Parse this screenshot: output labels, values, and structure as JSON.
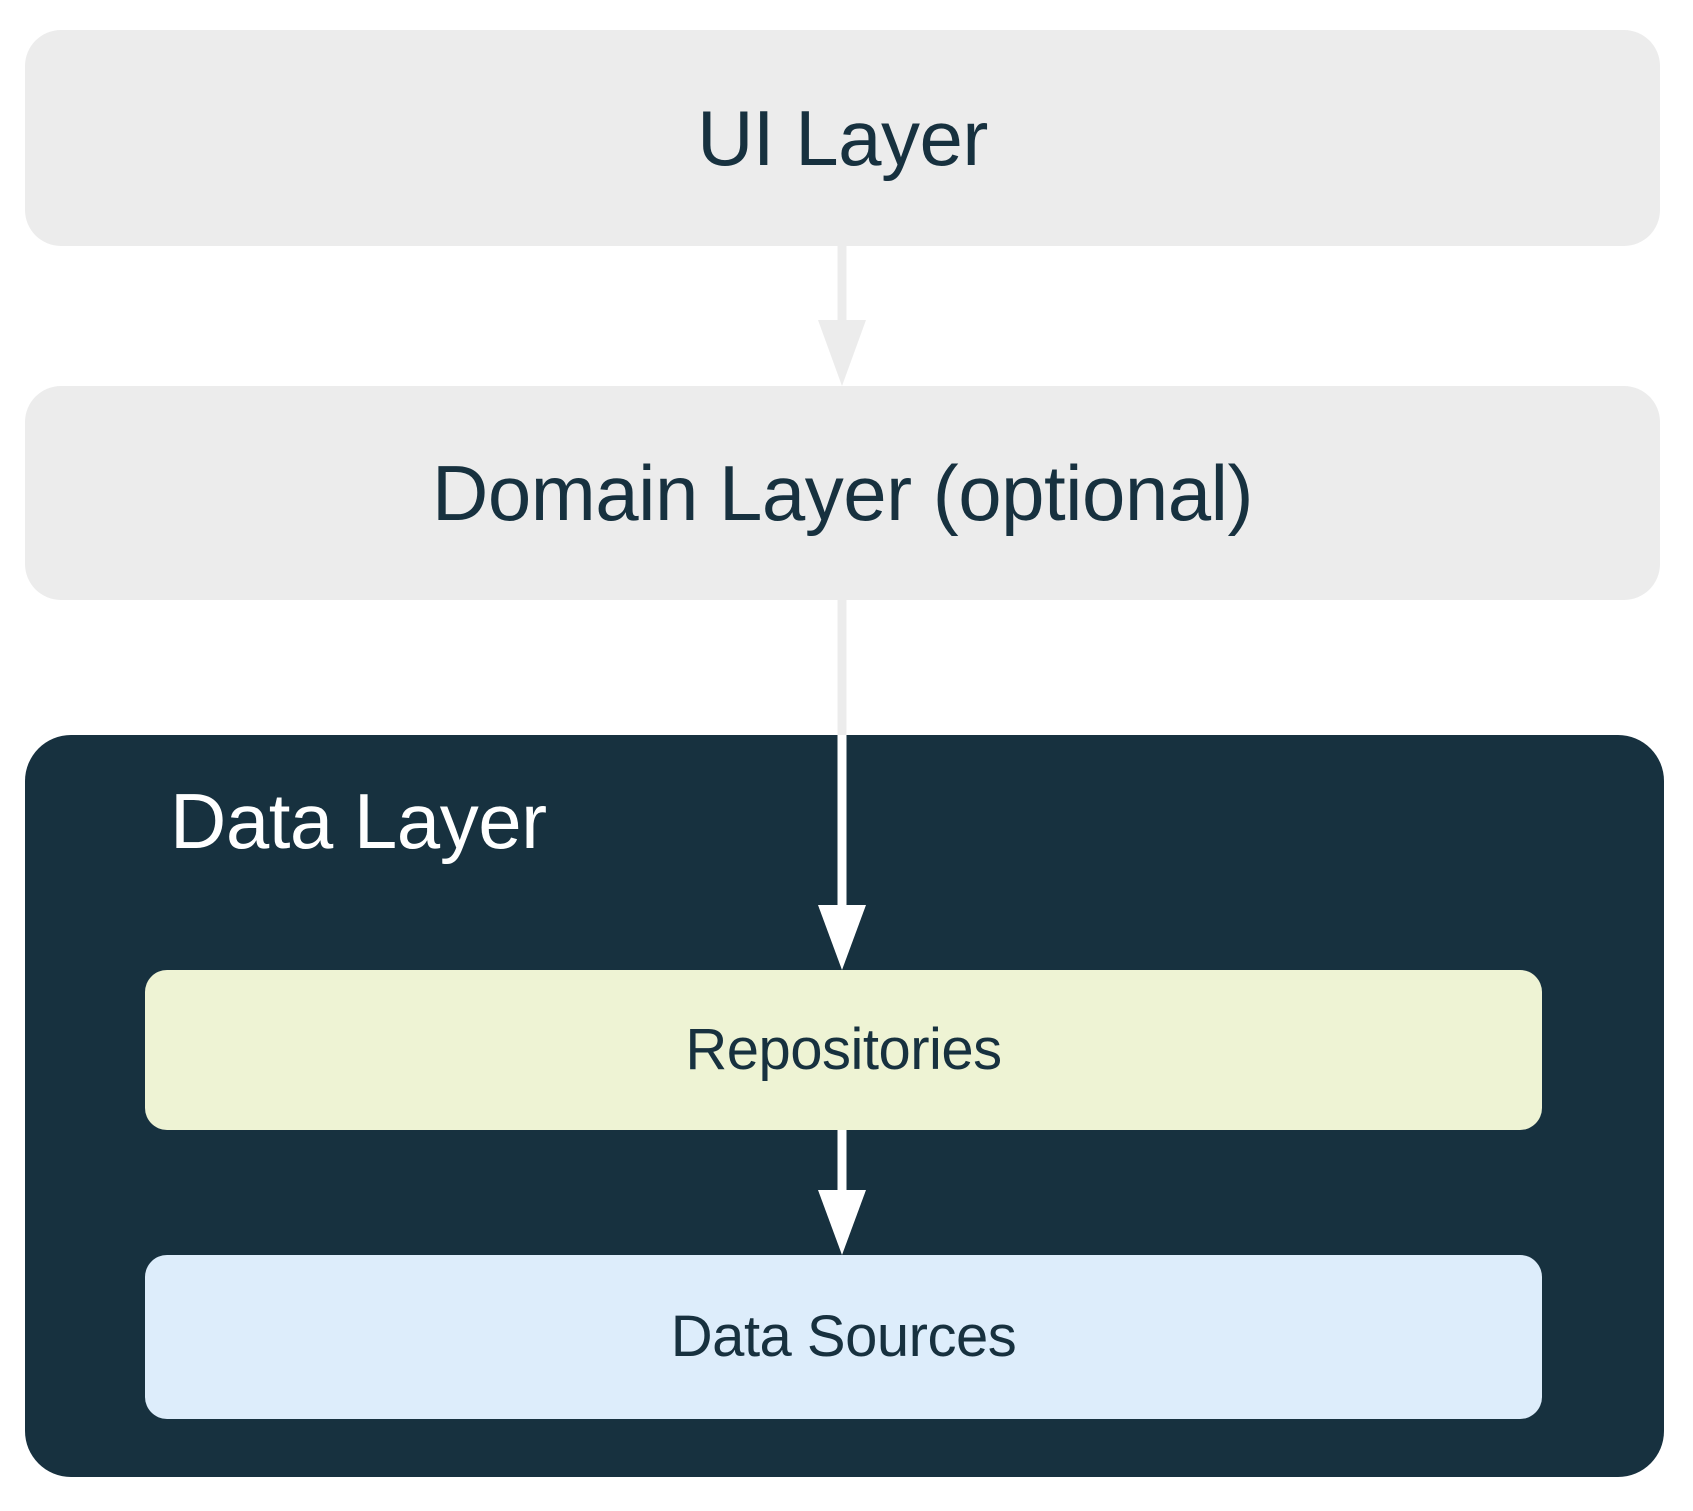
{
  "diagram": {
    "title": "Android app architecture layers",
    "type": "layered-architecture-diagram",
    "background_color": "#ffffff",
    "layers": [
      {
        "id": "ui-layer",
        "label": "UI Layer",
        "fill_color": "#ececec",
        "text_color": "#17313f",
        "text_align": "center"
      },
      {
        "id": "domain-layer",
        "label": "Domain Layer (optional)",
        "fill_color": "#ececec",
        "text_color": "#17313f",
        "text_align": "center"
      },
      {
        "id": "data-layer",
        "label": "Data Layer",
        "fill_color": "#17313f",
        "text_color": "#ffffff",
        "text_align": "left",
        "children": [
          {
            "id": "repositories",
            "label": "Repositories",
            "fill_color": "#eef3d4",
            "text_color": "#17313f",
            "text_align": "center"
          },
          {
            "id": "data-sources",
            "label": "Data Sources",
            "fill_color": "#ddedfb",
            "text_color": "#17313f",
            "text_align": "center"
          }
        ]
      }
    ],
    "arrows": [
      {
        "id": "ui-to-domain",
        "from": "UI Layer",
        "to": "Domain Layer (optional)",
        "direction": "down",
        "color": "#ececec"
      },
      {
        "id": "domain-to-repositories",
        "from": "Domain Layer (optional)",
        "to": "Repositories",
        "direction": "down",
        "color": "#ececec / #ffffff"
      },
      {
        "id": "repositories-to-data-sources",
        "from": "Repositories",
        "to": "Data Sources",
        "direction": "down",
        "color": "#ffffff"
      }
    ]
  }
}
